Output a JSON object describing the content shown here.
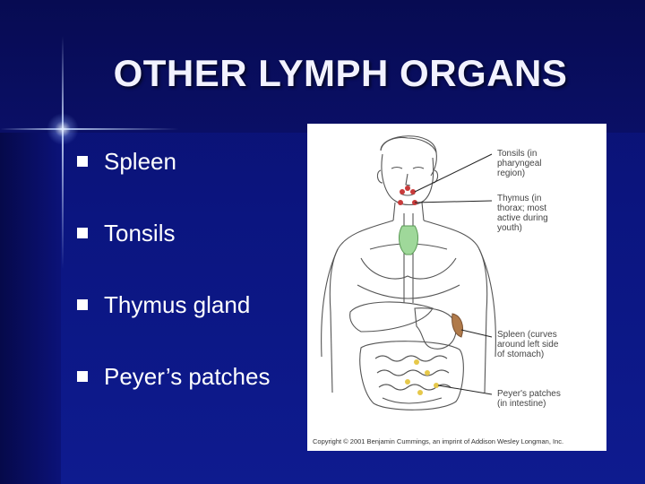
{
  "slide": {
    "title": "OTHER LYMPH ORGANS",
    "bullets": [
      {
        "label": "Spleen"
      },
      {
        "label": "Tonsils"
      },
      {
        "label": "Thymus gland"
      },
      {
        "label": "Peyer’s patches"
      }
    ]
  },
  "figure": {
    "labels": {
      "tonsils": "Tonsils (in\npharyngeal\nregion)",
      "thymus": "Thymus (in\nthorax; most\nactive during\nyouth)",
      "spleen": "Spleen (curves\naround left side\nof stomach)",
      "peyers": "Peyer's patches\n(in intestine)"
    },
    "copyright": "Copyright © 2001 Benjamin Cummings, an imprint of Addison Wesley Longman, Inc."
  },
  "colors": {
    "background": "#0b1580",
    "title": "#f2f2ff",
    "bullet_text": "#ffffff",
    "thymus": "#9fd89a",
    "tonsil_dots": "#c83a3a",
    "spleen": "#b07a4a",
    "peyers_dots": "#e6c84a"
  }
}
